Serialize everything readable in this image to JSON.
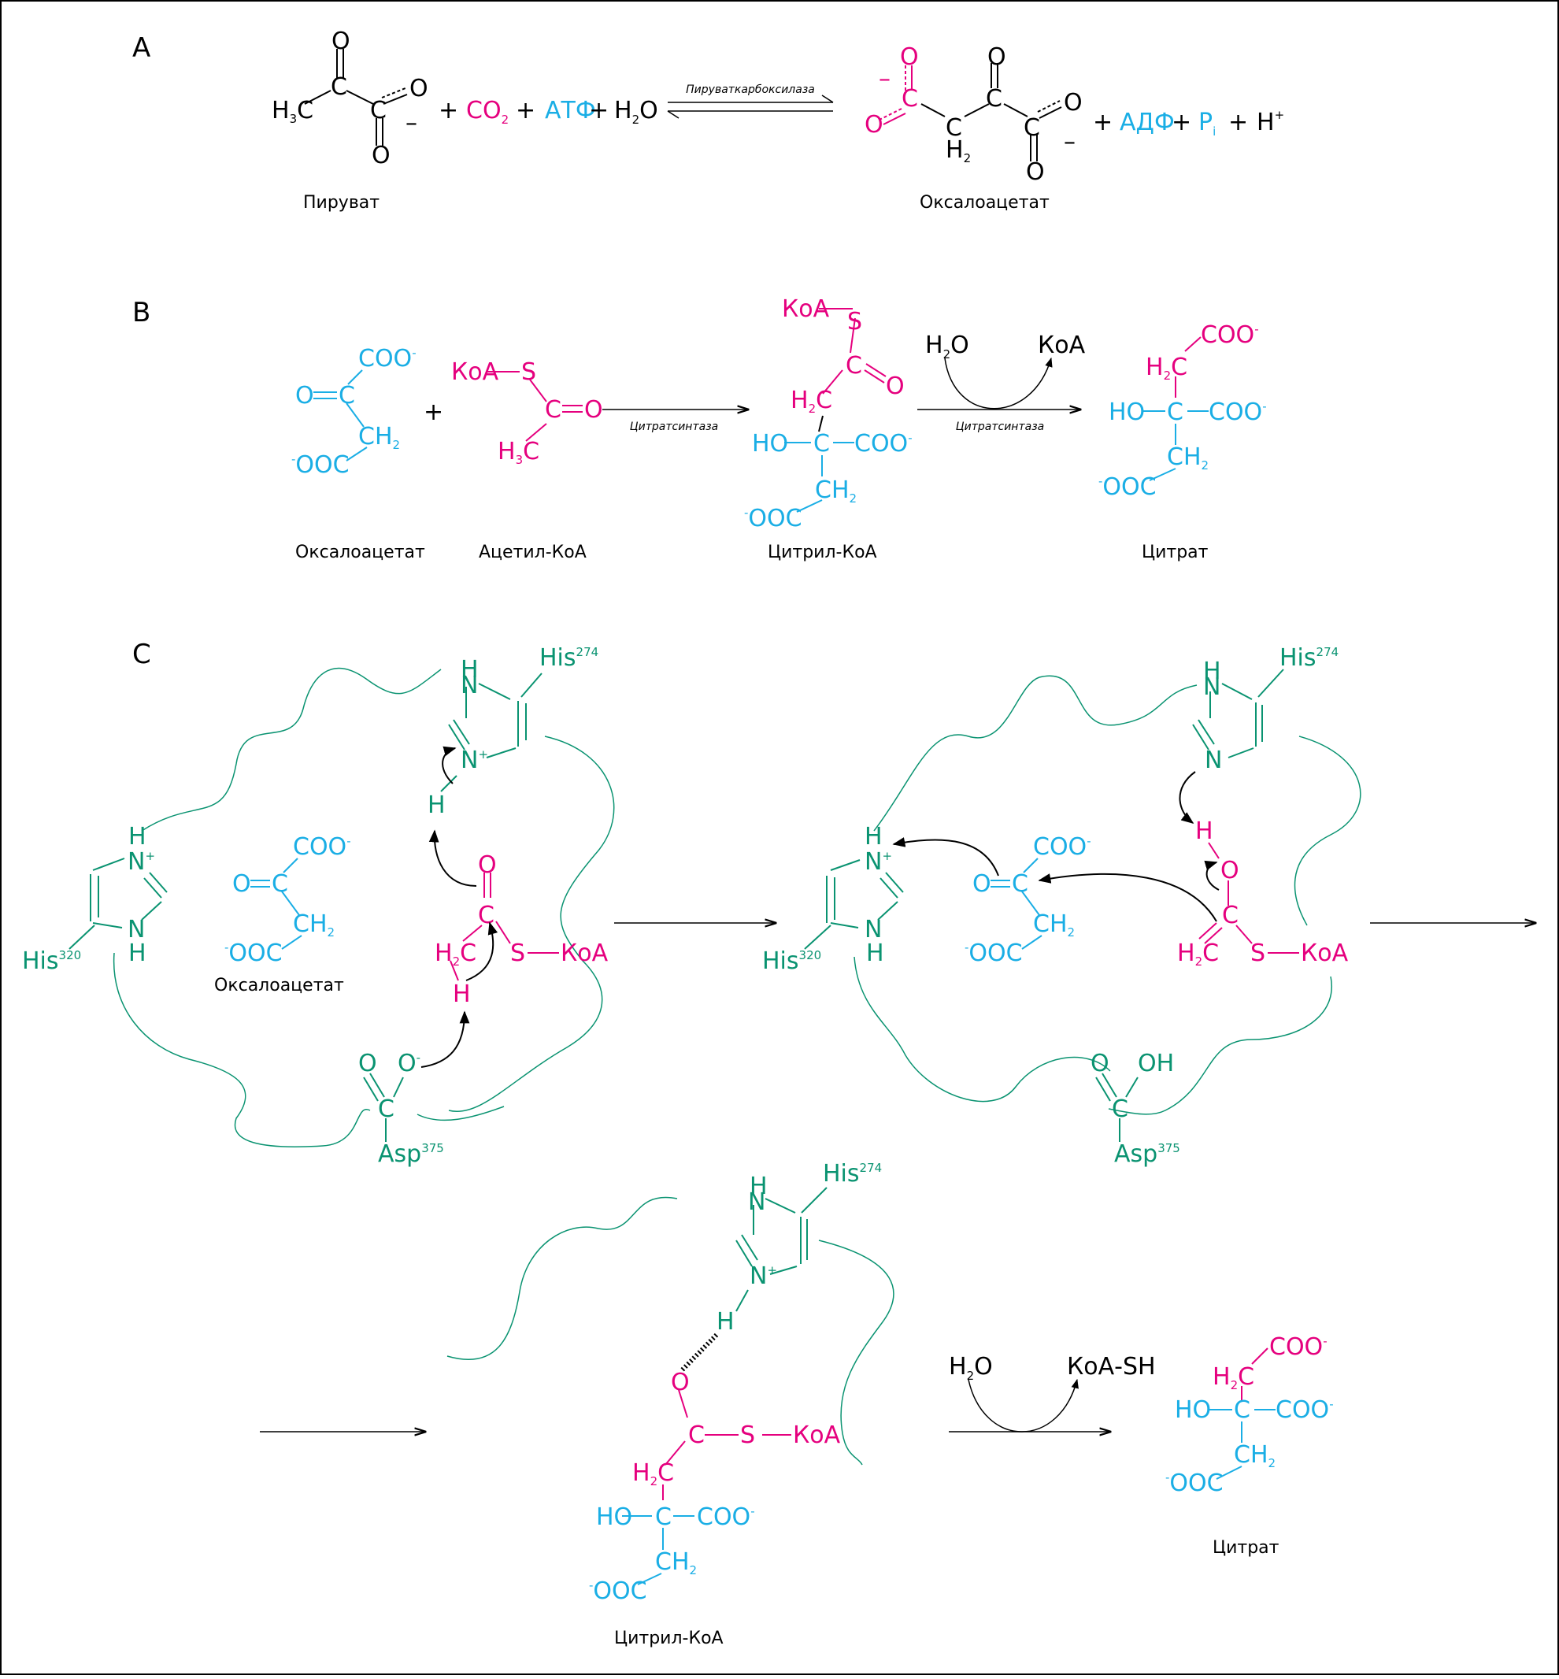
{
  "colors": {
    "black": "#000000",
    "magenta": "#e5007e",
    "cyan": "#1aaee5",
    "green": "#0a9371"
  },
  "panels": {
    "a": "A",
    "b": "B",
    "c": "C"
  },
  "labels": {
    "pyruvate": "Пируват",
    "oxaloacetate": "Оксалоацетат",
    "acetyl_coa": "Ацетил-КоА",
    "citryl_coa": "Цитрил-КоА",
    "citrate": "Цитрат"
  },
  "enzymes": {
    "pyruvate_carboxylase": "Пируваткарбоксилаза",
    "citrate_synthase": "Цитратсинтаза"
  },
  "reagents": {
    "co2": "CO",
    "atp": "АТФ",
    "h2o": "H",
    "adp": "АДФ",
    "pi": "P",
    "h_plus": "H",
    "koa": "КоА",
    "koa_sh": "КоА-SH"
  },
  "residues": {
    "his274": "His",
    "his320": "His",
    "asp375": "Asp",
    "n274": "274",
    "n320": "320",
    "n375": "375"
  }
}
